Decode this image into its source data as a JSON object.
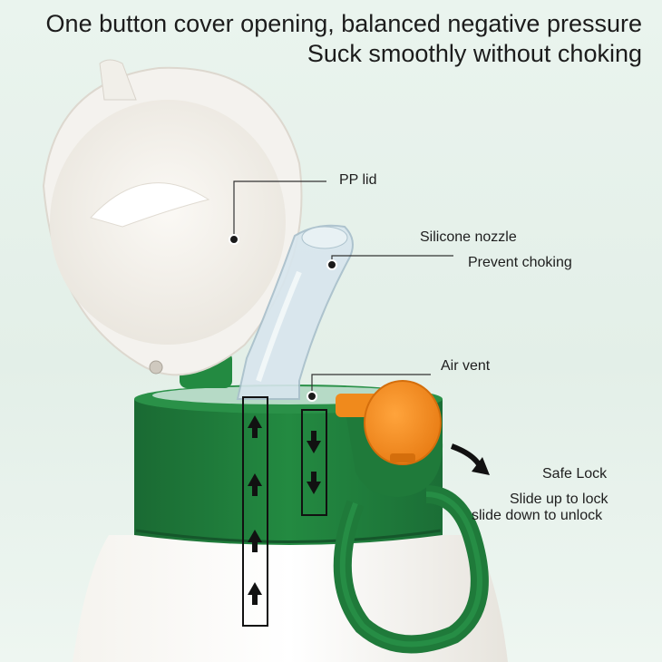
{
  "headline": {
    "line1": "One button cover opening, balanced negative pressure",
    "line2": "Suck smoothly without choking"
  },
  "callouts": {
    "pp_lid": "PP lid",
    "nozzle_name": "Silicone nozzle",
    "nozzle_note": "Prevent choking",
    "air_vent": "Air vent",
    "safe_lock": "Safe Lock",
    "lock_line1": "Slide up to lock",
    "lock_line2": "slide down to unlock"
  },
  "colors": {
    "background": "#e6f1ea",
    "cap_green": "#1f7a3a",
    "lid_white": "#f3f1ec",
    "lock_orange": "#f08a1c",
    "text": "#1e1e1e"
  },
  "icons": {
    "flow_up": "arrow-up-icon",
    "flow_down": "arrow-down-icon",
    "rotate": "curved-arrow-icon"
  }
}
